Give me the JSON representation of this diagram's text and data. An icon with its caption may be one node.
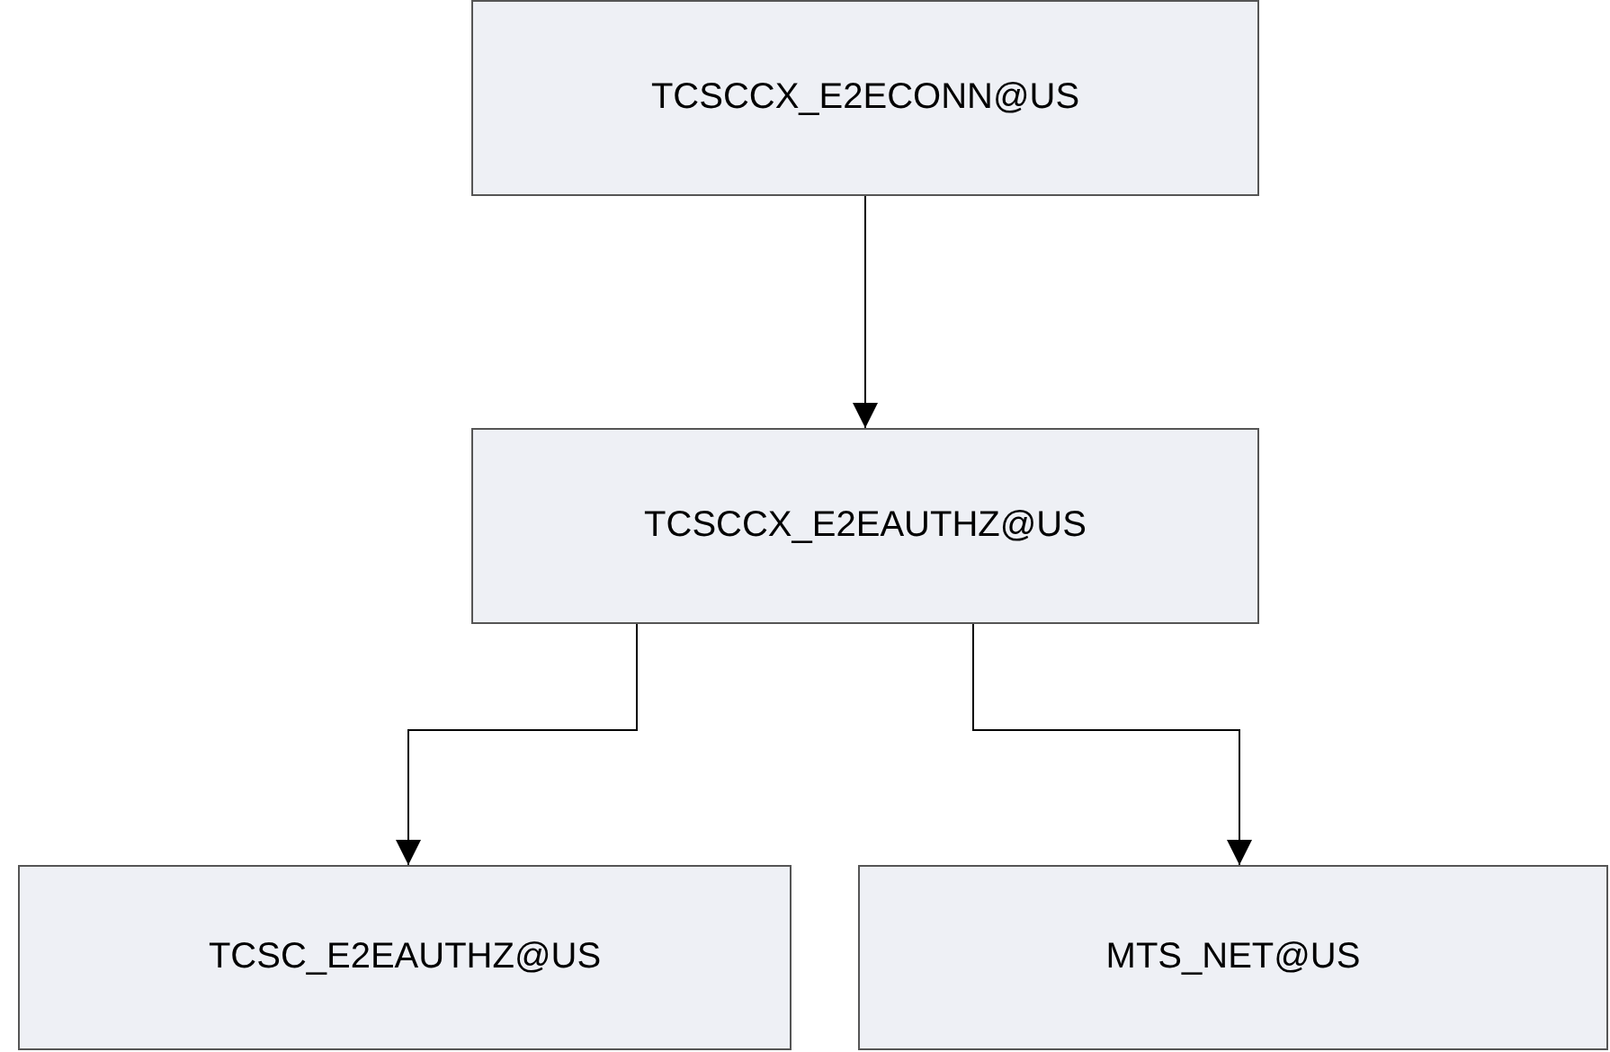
{
  "diagram": {
    "nodes": [
      {
        "text": [
          "TCSCCX_E2ECONN@US"
        ]
      },
      {
        "text": [
          "TCSCCX_E2EAUTHZ@US"
        ]
      },
      {
        "text": [
          "TCSC_E2EAUTHZ@US"
        ]
      },
      {
        "text": [
          "MTS_NET@US"
        ]
      }
    ],
    "edges": [
      {
        "from": 0,
        "to": 1,
        "arrow": "to"
      },
      {
        "from": 1,
        "to": 2,
        "arrow": "to"
      },
      {
        "from": 1,
        "to": 3,
        "arrow": "to"
      }
    ]
  }
}
